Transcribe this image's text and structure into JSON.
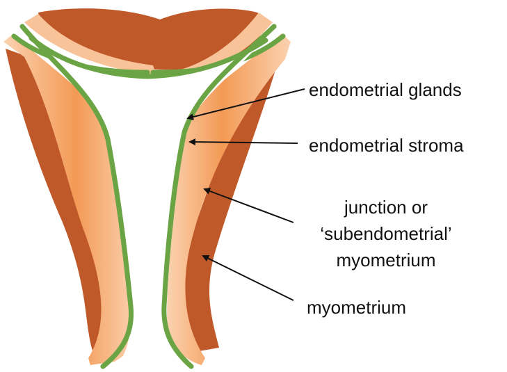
{
  "labels": {
    "glands": "endometrial glands",
    "stroma": "endometrial stroma",
    "junction_line1": "junction or",
    "junction_line2": "‘subendometrial’",
    "junction_line3": "myometrium",
    "myometrium": "myometrium"
  },
  "colors": {
    "myometrium": "#c0592a",
    "stroma_light": "#f9c39a",
    "stroma_dark": "#f2883e",
    "glands": "#6ba444",
    "arrow": "#111111",
    "text": "#111111"
  }
}
